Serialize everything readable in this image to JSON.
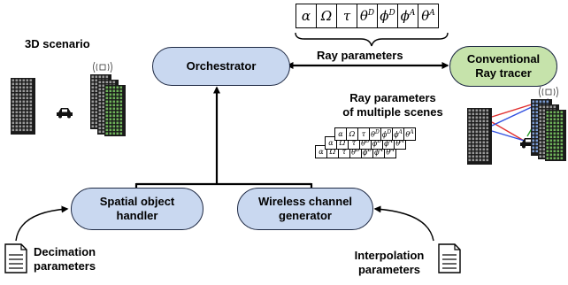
{
  "labels": {
    "scenario": "3D scenario",
    "ray_parameters": "Ray parameters",
    "ray_parameters_multi_line1": "Ray parameters",
    "ray_parameters_multi_line2": "of multiple scenes",
    "decimation_line1": "Decimation",
    "decimation_line2": "parameters",
    "interpolation_line1": "Interpolation",
    "interpolation_line2": "parameters"
  },
  "nodes": {
    "orchestrator": "Orchestrator",
    "ray_tracer_line1": "Conventional",
    "ray_tracer_line2": "Ray tracer",
    "spatial_line1": "Spatial object",
    "spatial_line2": "handler",
    "wireless_line1": "Wireless channel",
    "wireless_line2": "generator"
  },
  "ray_param_symbols": [
    "α",
    "Ω",
    "τ",
    "θ",
    "ϕ",
    "ϕ",
    "θ"
  ],
  "ray_param_superscripts": [
    "",
    "",
    "",
    "D",
    "D",
    "A",
    "A"
  ],
  "colors": {
    "node_blue": "#c9d8f0",
    "node_green": "#c6e3ab",
    "ray_red": "#e03030",
    "ray_blue": "#3050e0",
    "ray_green": "#30a030",
    "building_gray": "#9a9a9a",
    "building_green": "#6fb35a",
    "building_blue": "#7a9ad0"
  }
}
